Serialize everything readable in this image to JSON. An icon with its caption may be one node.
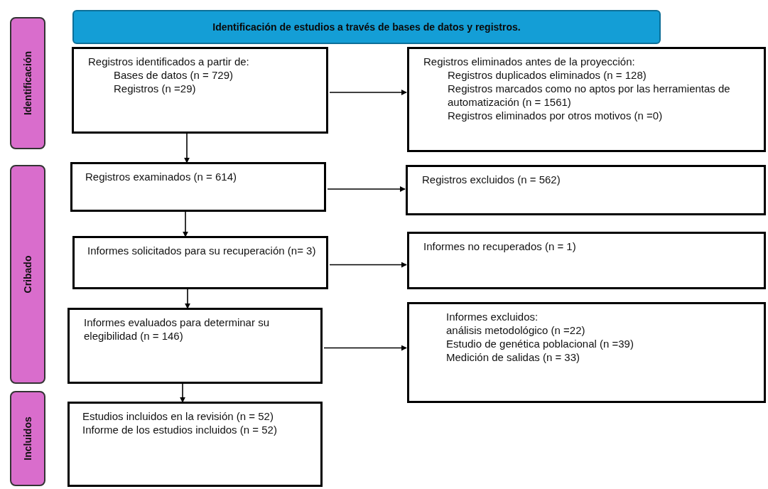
{
  "diagram": {
    "nodes": [
      {
        "text": [
          "Identificación de estudios a través de bases de datos y registros."
        ]
      },
      {
        "text": [
          "Identificación"
        ]
      },
      {
        "text": [
          "Registros identificados a partir de:",
          "Bases de datos (n = 729)",
          "Registros (n =29)"
        ]
      },
      {
        "text": [
          "Registros eliminados antes de la proyección:",
          "Registros duplicados eliminados (n = 128)",
          "Registros marcados como no aptos por las herramientas de automatización (n = 1561)",
          "Registros eliminados por otros motivos (n =0)"
        ]
      },
      {
        "text": [
          "Cribado"
        ]
      },
      {
        "text": [
          "Registros examinados (n = 614)"
        ]
      },
      {
        "text": [
          "Registros excluidos (n = 562)"
        ]
      },
      {
        "text": [
          "Informes solicitados para su recuperación (n= 3)"
        ]
      },
      {
        "text": [
          "Informes no recuperados (n = 1)"
        ]
      },
      {
        "text": [
          "Informes evaluados para determinar su elegibilidad (n = 146)"
        ]
      },
      {
        "text": [
          "Informes excluidos:",
          "análisis metodológico (n =22)",
          "Estudio de genética poblacional (n =39)",
          "Medición de salidas (n = 33)"
        ]
      },
      {
        "text": [
          "Incluidos"
        ]
      },
      {
        "text": [
          "Estudios incluidos en la revisión (n = 52)",
          "Informe de los estudios incluidos (n = 52)"
        ]
      }
    ],
    "edges": [
      {
        "from": 2,
        "to": 3,
        "arrow": "to"
      },
      {
        "from": 2,
        "to": 5,
        "arrow": "to"
      },
      {
        "from": 5,
        "to": 6,
        "arrow": "to"
      },
      {
        "from": 5,
        "to": 7,
        "arrow": "to"
      },
      {
        "from": 7,
        "to": 8,
        "arrow": "to"
      },
      {
        "from": 7,
        "to": 9,
        "arrow": "to"
      },
      {
        "from": 9,
        "to": 10,
        "arrow": "to"
      },
      {
        "from": 9,
        "to": 12,
        "arrow": "to"
      }
    ]
  }
}
